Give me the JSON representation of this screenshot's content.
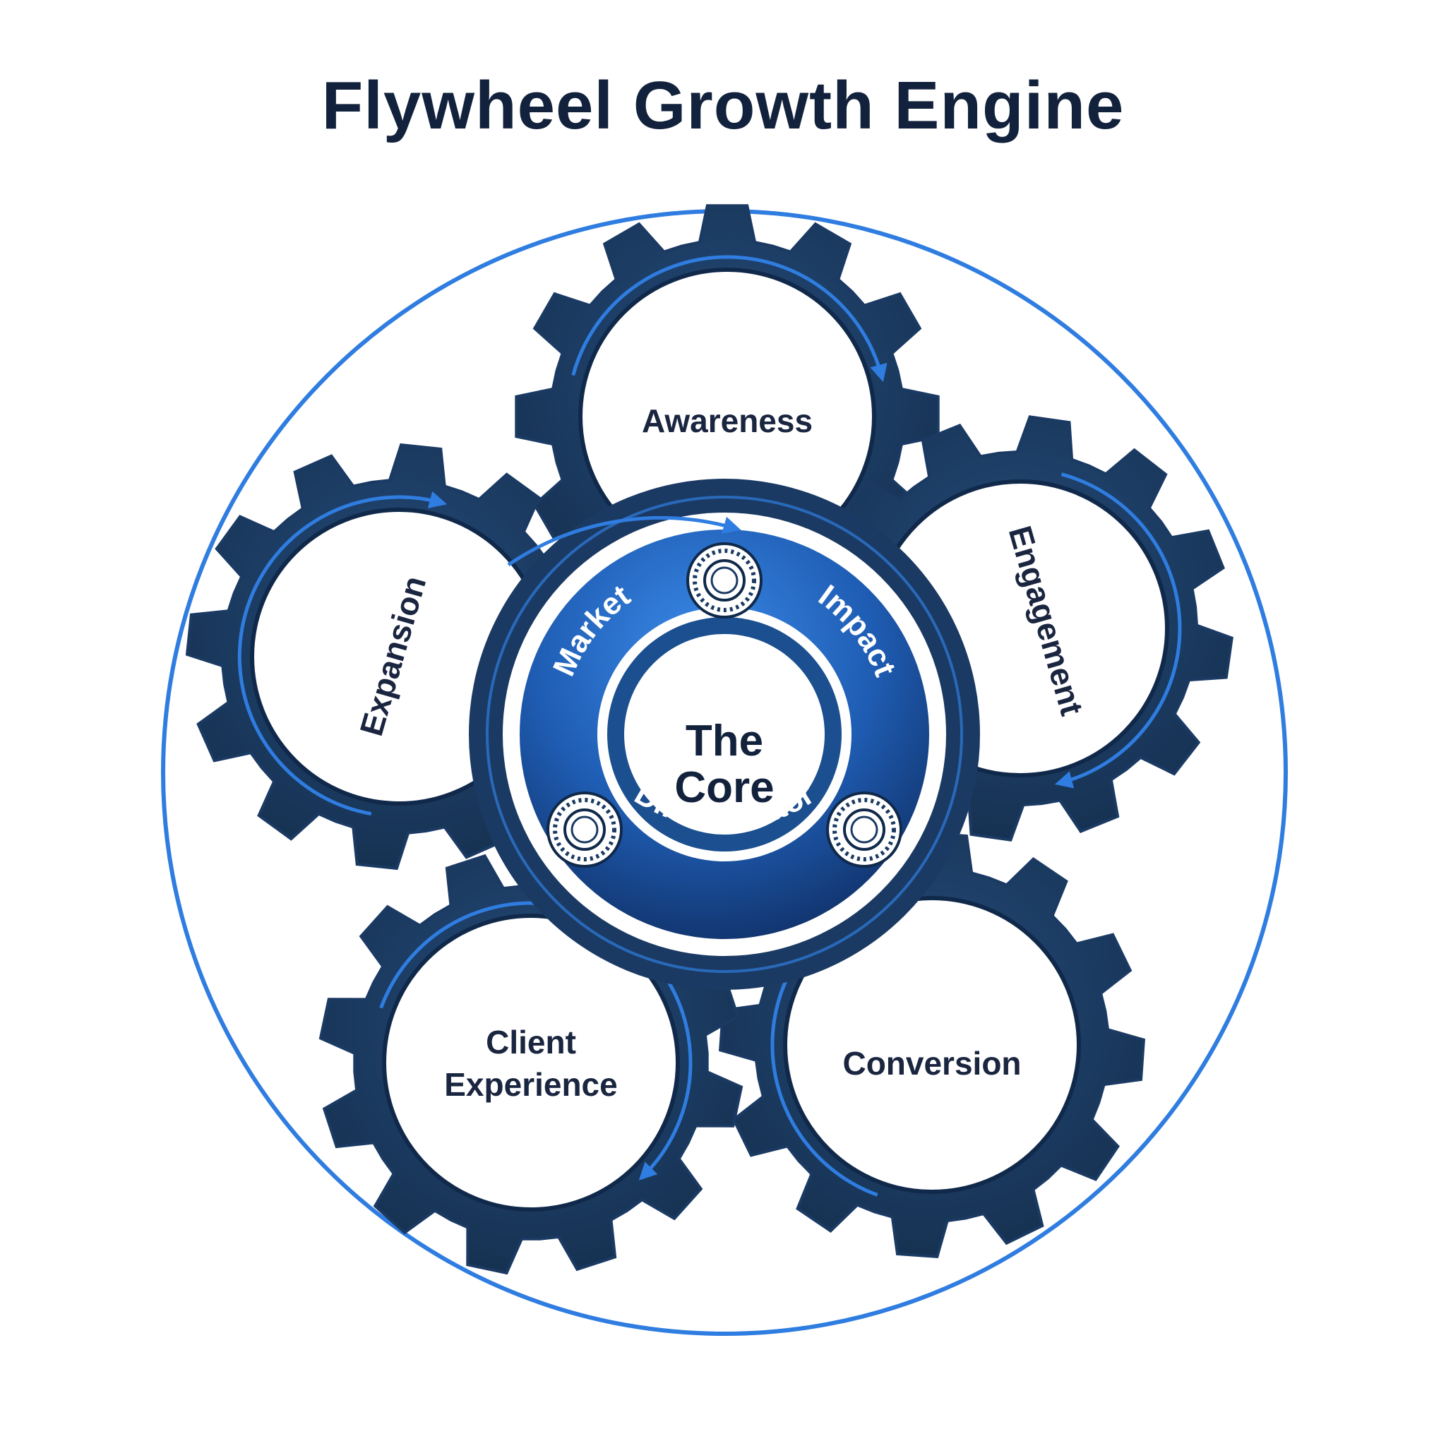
{
  "title": "Flywheel Growth Engine",
  "colors": {
    "gear_fill": "#1b3a63",
    "gear_dark": "#142b4b",
    "flow_arrow": "#2f7de0",
    "outer_ring": "#2f7de0",
    "core_ring_light": "#2c74d6",
    "core_ring_dark": "#13386e",
    "title_text": "#12223c"
  },
  "center": {
    "label_line1": "The",
    "label_line2": "Core",
    "ring_labels": {
      "market": "Market",
      "impact": "Impact",
      "differentiator": "Differentiator"
    },
    "bearing_icons": [
      "bearing-icon",
      "bearing-icon",
      "bearing-icon"
    ]
  },
  "gears": [
    {
      "id": "awareness",
      "lines": [
        "Awareness"
      ]
    },
    {
      "id": "engagement",
      "lines": [
        "Engagement"
      ]
    },
    {
      "id": "conversion",
      "lines": [
        "Conversion"
      ]
    },
    {
      "id": "client-experience",
      "lines": [
        "Client",
        "Experience"
      ]
    },
    {
      "id": "expansion",
      "lines": [
        "Expansion"
      ]
    }
  ]
}
